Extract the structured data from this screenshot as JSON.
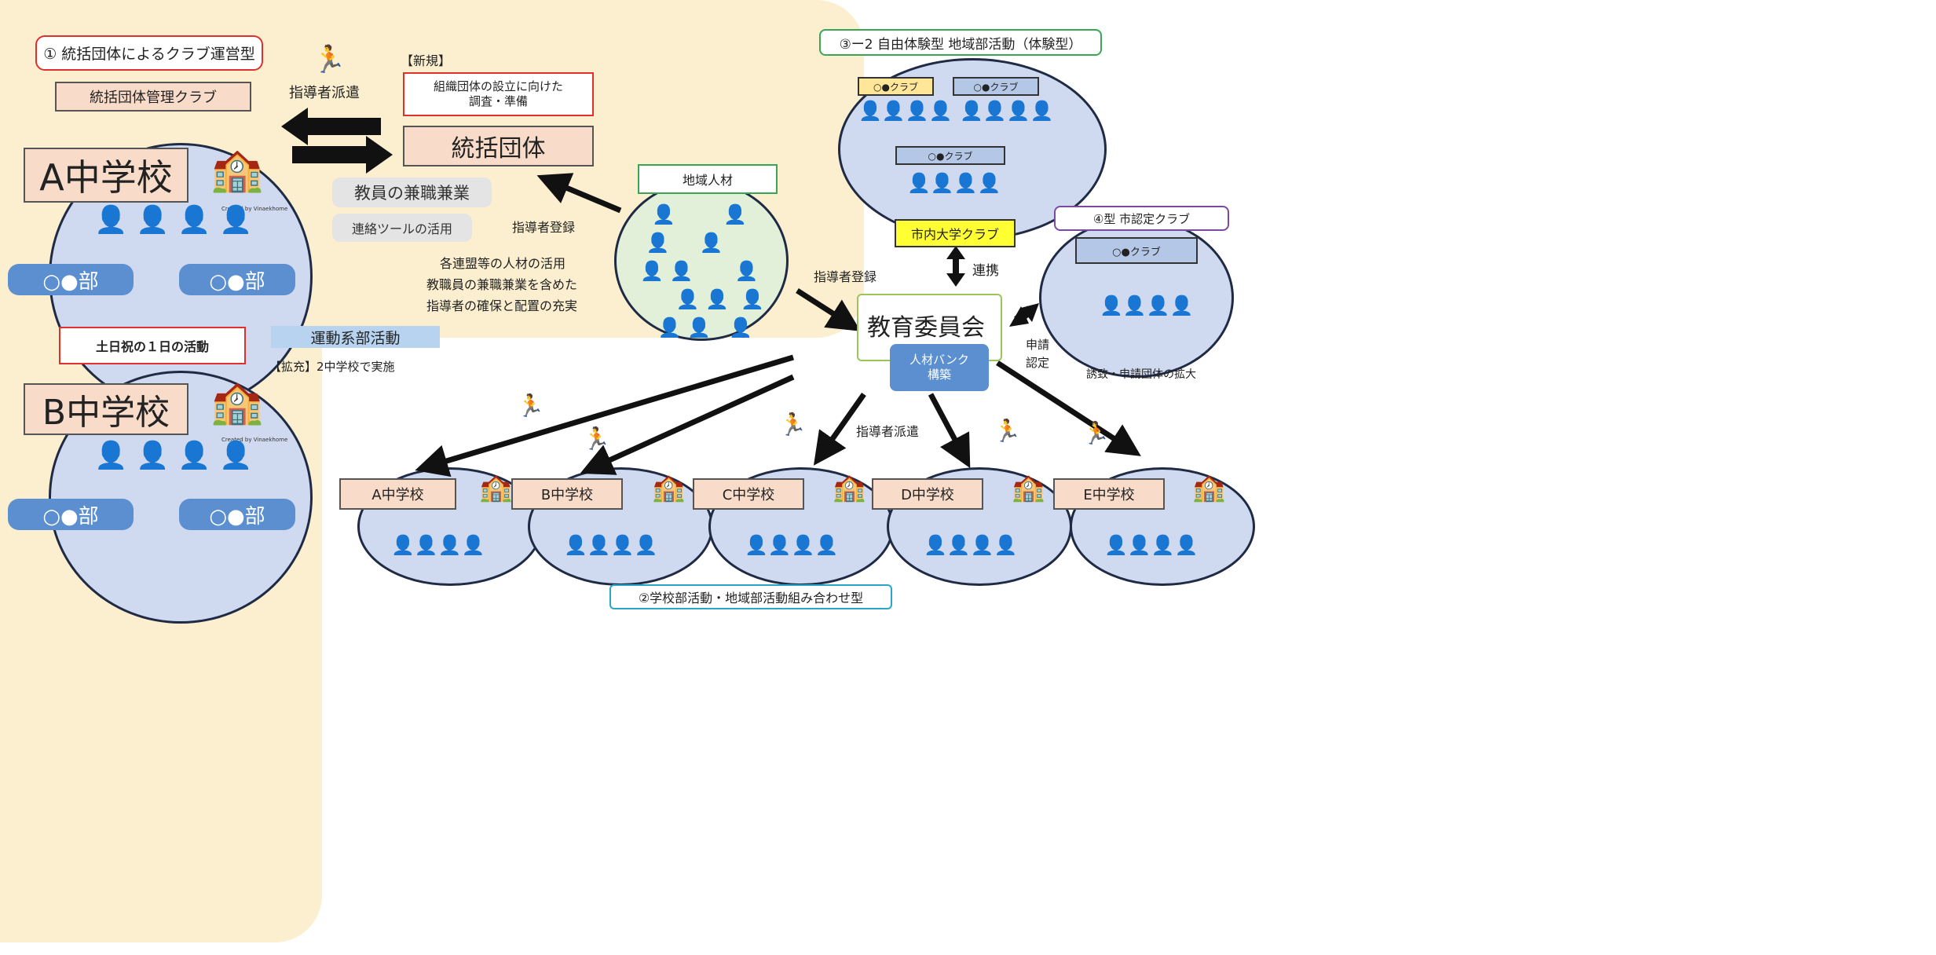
{
  "type1": {
    "label": "① 統括団体によるクラブ運営型",
    "managed_club": "統括団体管理クラブ",
    "school_a": "A中学校",
    "school_b": "B中学校",
    "club_label": "○●部",
    "weekend": "土日祝の１日の活動",
    "credit": "Created by Vinaekhome"
  },
  "center": {
    "new_tag": "【新規】",
    "prep_box": "組織団体の設立に向けた\n調査・準備",
    "umbrella": "統括団体",
    "dispatch": "指導者派遣",
    "side_job": "教員の兼職兼業",
    "tool": "連絡ツールの活用",
    "leader_reg": "指導者登録",
    "talent_note_1": "各連盟等の人材の活用",
    "talent_note_2": "教職員の兼職兼業を含めた",
    "talent_note_3": "指導者の確保と配置の充実",
    "sports": "運動系部活動",
    "expand": "【拡充】2中学校で実施"
  },
  "local": {
    "label": "地域人材"
  },
  "type3": {
    "label": "③ー2 自由体験型 地域部活動（体験型）",
    "club": "○●クラブ",
    "univ": "市内大学クラブ"
  },
  "board": {
    "leader_reg": "指導者登録",
    "title": "教育委員会",
    "bank": "人材バンク\n構築",
    "link": "連携",
    "apply": "申請\n認定",
    "expand_groups": "誘致・申請団体の拡大",
    "dispatch": "指導者派遣"
  },
  "type4": {
    "label": "④型 市認定クラブ",
    "club": "○●クラブ"
  },
  "type2": {
    "label": "②学校部活動・地域部活動組み合わせ型",
    "schools": [
      "A中学校",
      "B中学校",
      "C中学校",
      "D中学校",
      "E中学校"
    ]
  },
  "colors": {
    "cream": "#fbefcf",
    "circle": "#cfd9ef",
    "blue_button": "#5b8fd0",
    "green_runner": "#2a8a3e",
    "red_border": "#e0302e",
    "green_border": "#3aa655",
    "purple_border": "#7a4aa0",
    "cyan_border": "#29a6c8",
    "univ_yellow": "#ffff33"
  },
  "icons": [
    "runner-icon",
    "school-building-icon",
    "person-icon",
    "arrow-icon"
  ]
}
